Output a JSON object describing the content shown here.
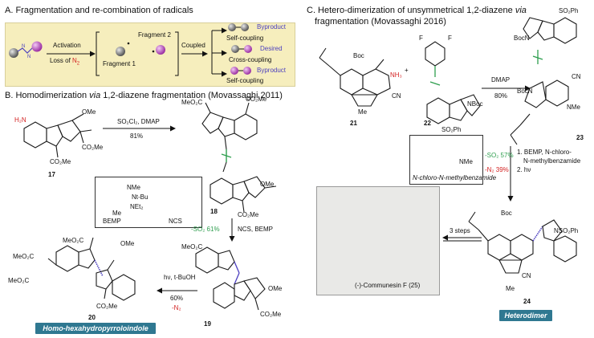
{
  "panel_a": {
    "title": "A. Fragmentation and re-combination of radicals",
    "activation": "Activation",
    "loss_prefix": "Loss of ",
    "loss_n2": "N",
    "loss_n2_sub": "2",
    "fragment1": "Fragment 1",
    "fragment2": "Fragment 2",
    "coupled": "Coupled",
    "self_coupling_top": "Self-coupling",
    "cross_coupling": "Cross-coupling",
    "self_coupling_bottom": "Self-coupling",
    "byproduct_top": "Byproduct",
    "desired": "Desired",
    "byproduct_bottom": "Byproduct"
  },
  "panel_b": {
    "title_pre": "B. Homodimerization ",
    "title_via": "via",
    "title_post": " 1,2-diazene fragmentation (Movassaghi 2011)",
    "reagent_1": "SO₂Cl₂, DMAP",
    "yield_1": "81%",
    "so2_loss": "-SO₂ 61%",
    "reagent_2": "NCS, BEMP",
    "reagent_3": "hν, t-BuOH",
    "yield_3": "60%",
    "n2_loss": "-N₂",
    "bemp": "BEMP",
    "ncs": "NCS",
    "bemp_tbu": "Nt-Bu",
    "bemp_net2": "NEt₂",
    "bemp_nme1": "NMe",
    "bemp_nme2": "Me",
    "badge": "Homo-hexahydropyrroloindole",
    "c17": "17",
    "c18": "18",
    "c19": "19",
    "c20": "20",
    "h2n": "H₂N",
    "ome": "OMe",
    "co2me": "CO₂Me",
    "meo2c": "MeO₂C"
  },
  "panel_c": {
    "title_pre": "C. Hetero-dimerization of unsymmetrical 1,2-diazene ",
    "title_via": "via",
    "title_line2": "fragmentation (Movassaghi 2016)",
    "reagent_dmap": "DMAP",
    "yield_dmap": "80%",
    "so2_loss": "-SO₂ 57%",
    "n2_loss": "-N₂  39%",
    "step1": "1. BEMP, N-chloro-",
    "step1b": "N-methylbenzamide",
    "step2": "2. hν",
    "reagent_label": "N-chloro-N-methylbenzamide",
    "three_steps": "3 steps",
    "product": "(-)-Communesin F (25)",
    "badge": "Heterodimer",
    "c21": "21",
    "c22": "22",
    "c23": "23",
    "c24": "24",
    "plus": "+",
    "nh3": "NH₃",
    "boc": "Boc",
    "nboc": "NBoc",
    "bocn": "BocN",
    "so2ph": "SO₂Ph",
    "nso2ph": "NSO₂Ph",
    "cn": "CN",
    "me": "Me",
    "nme": "NMe",
    "f": "F"
  },
  "colors": {
    "panel_a_bg": "#f6eebd",
    "communesin_bg": "#e9e9e7",
    "badge_bg": "#2f7891",
    "purple": "#4b3fbf",
    "green": "#2e9e4e",
    "red": "#d32222",
    "fragment_sphere": "#b04ab5",
    "gray_sphere": "#777777"
  }
}
